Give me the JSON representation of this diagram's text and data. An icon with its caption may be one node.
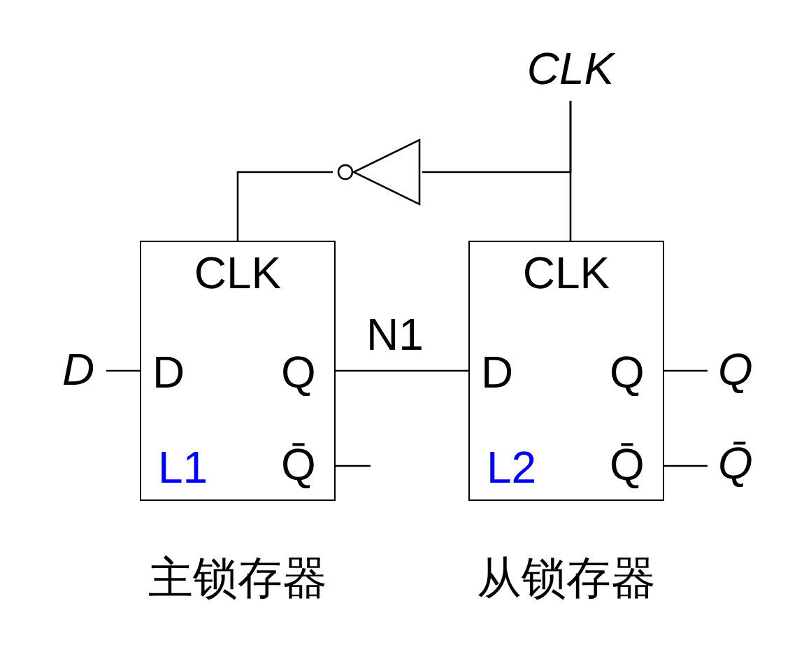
{
  "diagram": {
    "nodes": [
      {
        "text": [
          "CLK",
          "D",
          "Q",
          "Q̄",
          "L1"
        ],
        "beside": [
          "主锁存器"
        ]
      },
      {
        "text": [
          "CLK",
          "D",
          "Q",
          "Q̄",
          "L2"
        ],
        "beside": [
          "从锁存器"
        ]
      },
      {
        "text": [],
        "shape": "triangle"
      },
      {
        "text": [
          "D"
        ]
      },
      {
        "text": [
          "CLK"
        ]
      },
      {
        "text": [
          "Q"
        ]
      },
      {
        "text": [
          "Q̄"
        ]
      }
    ],
    "edges": [
      {
        "from": 3,
        "to": 0,
        "arrow": "none"
      },
      {
        "from": 4,
        "to": 1,
        "arrow": "none"
      },
      {
        "from": 4,
        "to": 2,
        "arrow": "none"
      },
      {
        "from": 2,
        "to": 0,
        "arrow": "none"
      },
      {
        "from": 0,
        "to": 1,
        "arrow": "none",
        "label": "N1"
      },
      {
        "from": 0,
        "to": null,
        "arrow": "none"
      },
      {
        "from": 1,
        "to": 5,
        "arrow": "none"
      },
      {
        "from": 1,
        "to": 6,
        "arrow": "none"
      }
    ]
  }
}
